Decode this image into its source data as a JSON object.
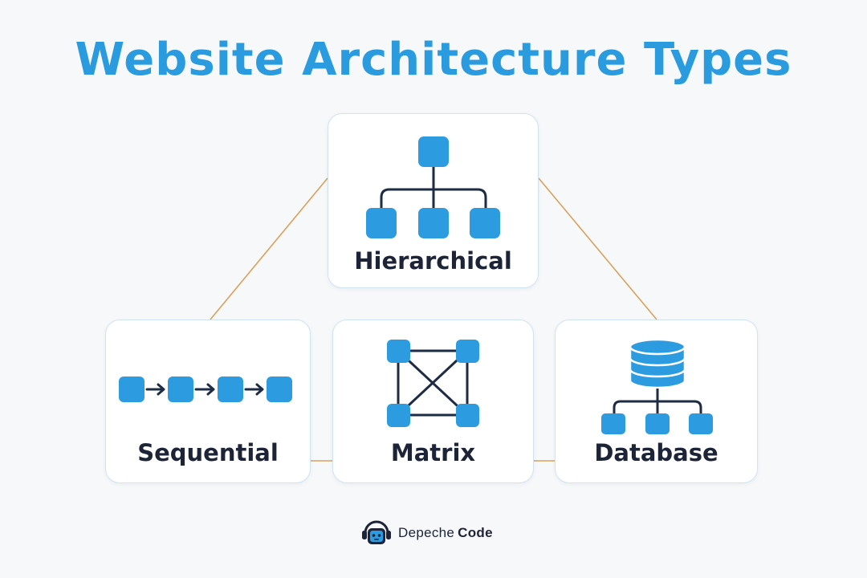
{
  "title": "Website Architecture Types",
  "cards": {
    "hierarchical": "Hierarchical",
    "sequential": "Sequential",
    "matrix": "Matrix",
    "database": "Database"
  },
  "brand": {
    "name": "Depeche",
    "name_strong": "Code"
  },
  "colors": {
    "title": "#2b9be0",
    "node": "#2d9be0",
    "line": "#1e2b45",
    "label": "#1e2438",
    "connector": "#d7a25c",
    "card_border": "#cfe3f3"
  },
  "icons": [
    "hierarchy-icon",
    "sequence-icon",
    "matrix-icon",
    "database-icon",
    "robot-logo-icon"
  ]
}
